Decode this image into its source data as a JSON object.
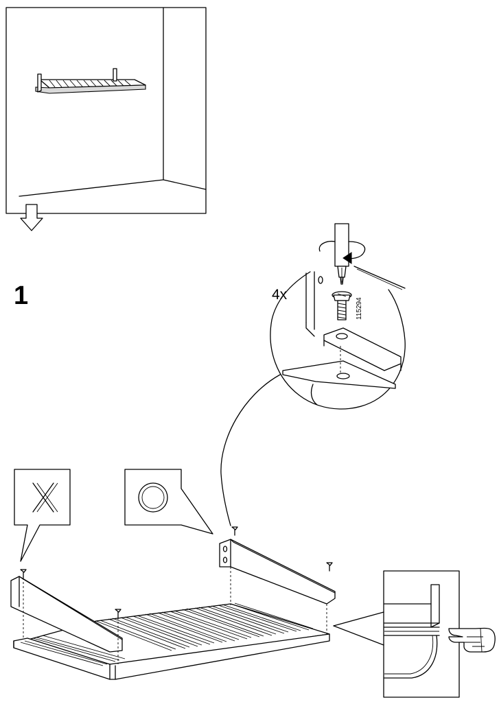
{
  "step": {
    "number": "1"
  },
  "detail": {
    "quantity": "4x",
    "part_number": "115294"
  },
  "icons": {
    "overview": "wall-mounted-shelf-illustration",
    "next_arrow": "down-arrow-icon",
    "incorrect": "x-mark-icon",
    "correct": "circle-icon",
    "pointing": "pointing-hand-icon",
    "tool": "screwdriver-icon"
  }
}
